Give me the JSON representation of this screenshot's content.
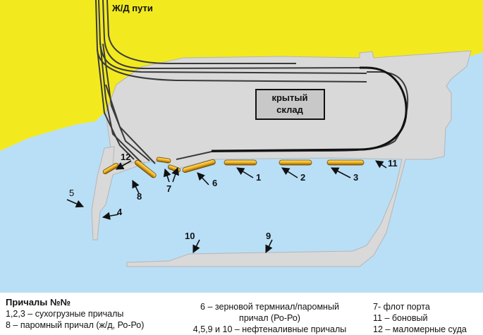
{
  "colors": {
    "water": "#b9dff7",
    "land": "#f2ea1e",
    "port": "#d9d9d9",
    "port_outline": "#b5b5b5",
    "track": "#3a3a3a",
    "berth_gold": "#f2b21a",
    "berth_dark": "#8a5a08"
  },
  "map_labels": {
    "railway": "Ж/Д пути",
    "warehouse_line1": "крытый",
    "warehouse_line2": "склад"
  },
  "berth_numbers": {
    "b1": "1",
    "b2": "2",
    "b3": "3",
    "b4": "4",
    "b5": "5",
    "b6": "6",
    "b7": "7",
    "b8": "8",
    "b9": "9",
    "b10": "10",
    "b11": "11",
    "b12": "12"
  },
  "legend": {
    "title": "Причалы №№",
    "col1": [
      "1,2,3 – сухогрузные причалы",
      "8 – паромный причал (ж/д, Ро-Ро)"
    ],
    "col2": [
      "6 – зерновой термниал/паромный",
      "причал (Ро-Ро)",
      "4,5,9 и 10 – нефтеналивные причалы"
    ],
    "col3": [
      "7- флот порта",
      "11 – боновый",
      "12 – маломерные суда"
    ]
  },
  "icons": [
    "arrow-icon"
  ]
}
